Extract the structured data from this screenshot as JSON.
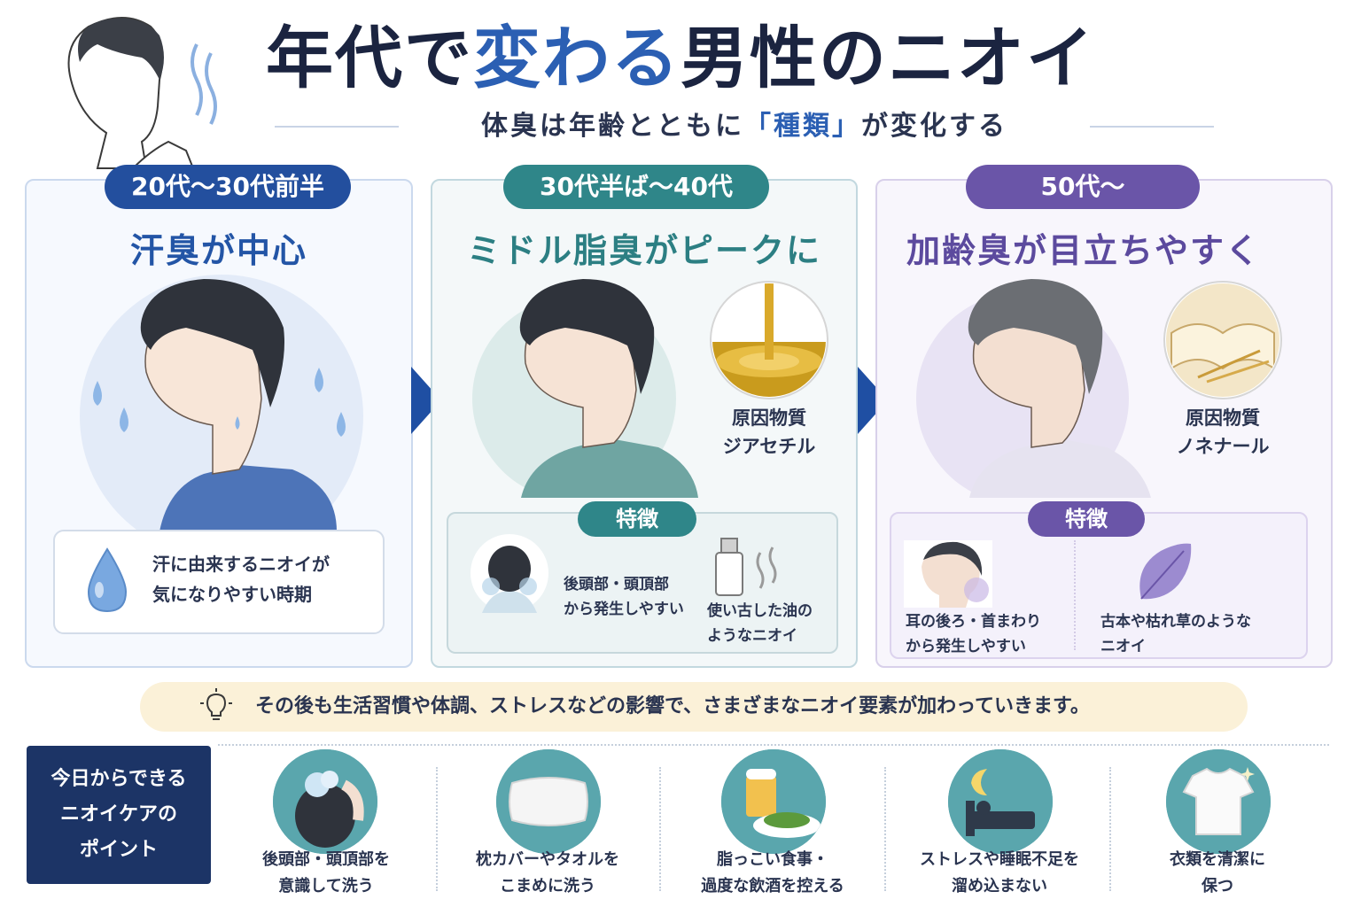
{
  "header": {
    "title_part1": "年代で",
    "title_accent": "変わる",
    "title_part2": "男性のニオイ",
    "subtitle_pre": "体臭は年齢とともに",
    "subtitle_q": "「種類」",
    "subtitle_post": "が変化する"
  },
  "stages": [
    {
      "age": "20代〜30代前半",
      "headline": "汗臭が中心",
      "note_line1": "汗に由来するニオイが",
      "note_line2": "気になりやすい時期"
    },
    {
      "age": "30代半ば〜40代",
      "headline": "ミドル脂臭がピークに",
      "cause_label": "原因物質",
      "cause_name": "ジアセチル",
      "feature_label": "特徴",
      "feat1_line1": "後頭部・頭頂部",
      "feat1_line2": "から発生しやすい",
      "feat2_line1": "使い古した油の",
      "feat2_line2": "ようなニオイ"
    },
    {
      "age": "50代〜",
      "headline": "加齢臭が目立ちやすく",
      "cause_label": "原因物質",
      "cause_name": "ノネナール",
      "feature_label": "特徴",
      "feat1_line1": "耳の後ろ・首まわり",
      "feat1_line2": "から発生しやすい",
      "feat2_line1": "古本や枯れ草のような",
      "feat2_line2": "ニオイ"
    }
  ],
  "tip": "その後も生活習慣や体調、ストレスなどの影響で、さまざまなニオイ要素が加わっていきます。",
  "care": {
    "label_line1": "今日からできる",
    "label_line2": "ニオイケアの",
    "label_line3": "ポイント",
    "items": [
      {
        "line1": "後頭部・頭頂部を",
        "line2": "意識して洗う",
        "icon": "hair-wash-icon"
      },
      {
        "line1": "枕カバーやタオルを",
        "line2": "こまめに洗う",
        "icon": "pillow-icon"
      },
      {
        "line1": "脂っこい食事・",
        "line2": "過度な飲酒を控える",
        "icon": "beer-food-icon"
      },
      {
        "line1": "ストレスや睡眠不足を",
        "line2": "溜め込まない",
        "icon": "sleep-icon"
      },
      {
        "line1": "衣類を清潔に",
        "line2": "保つ",
        "icon": "tshirt-icon"
      }
    ]
  },
  "colors": {
    "blue": "#234f9e",
    "teal": "#2f8689",
    "purple": "#6a55a8",
    "navy": "#1c3466"
  }
}
